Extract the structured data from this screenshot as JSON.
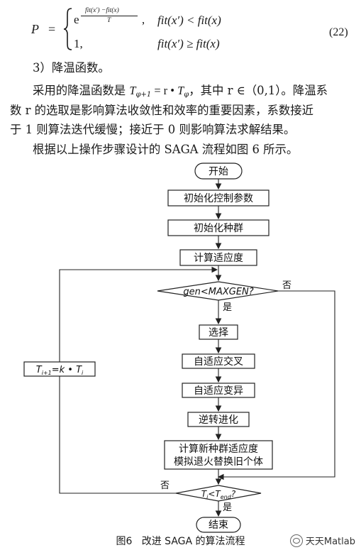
{
  "formula": {
    "lhs": "P",
    "eq": "=",
    "case1_base": "e",
    "case1_exp_num": "fit(x′) −fit(x)",
    "case1_exp_den": "T",
    "case1_comma": ",",
    "case1_cond": "fit(x′) < fit(x)",
    "case2_val": "1,",
    "case2_cond": "fit(x′) ≥ fit(x)",
    "number": "(22)"
  },
  "section": {
    "heading": "3）降温函数。",
    "p1_a": "采用的降温函数是 ",
    "p1_T1": "T",
    "p1_sub1": "φ+1",
    "p1_b": " = r • ",
    "p1_T2": "T",
    "p1_sub2": "φ",
    "p1_c": "，其中 r ∈（0,1）。降温系",
    "p2": "数 r 的选取是影响算法收敛性和效率的重要因素，系数接近",
    "p3": "于 1 则算法迭代缓慢；接近于 0 则影响算法求解结果。",
    "p4": "根据以上操作步骤设计的 SAGA 流程如图 6 所示。"
  },
  "flowchart": {
    "start": "开始",
    "init_params": "初始化控制参数",
    "init_pop": "初始化种群",
    "calc_fitness": "计算适应度",
    "cond_gen": "gen<MAXGEN?",
    "no1": "否",
    "yes1": "是",
    "select": "选择",
    "crossover": "自适应交叉",
    "mutation": "自适应变异",
    "reverse": "逆转进化",
    "calc_new_1": "计算新种群适应度",
    "calc_new_2": "模拟退火替换旧个体",
    "cond_temp_T": "T",
    "cond_temp_i": "i",
    "cond_temp_lt": "<T",
    "cond_temp_end": "end",
    "cond_temp_q": "?",
    "no2": "否",
    "yes2": "是",
    "update_T": "T",
    "update_sub1": "i+1",
    "update_mid": "=k • T",
    "update_sub2": "i",
    "end": "结束"
  },
  "caption": {
    "label": "图6",
    "title": "改进 SAGA 的算法流程"
  },
  "watermark": "天天Matlab"
}
